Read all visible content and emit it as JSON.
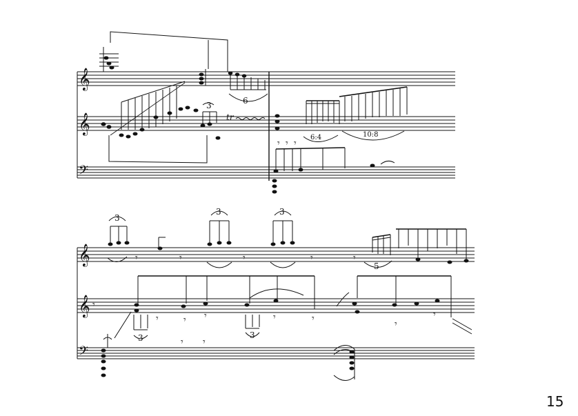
{
  "page": {
    "number": "15"
  },
  "tuplets": {
    "six": "6",
    "three": "3",
    "ratio_6_4": "6:4",
    "ratio_10_8": "10:8",
    "five": "5"
  },
  "colors": {
    "ink": "#111111",
    "paper": "#ffffff"
  }
}
